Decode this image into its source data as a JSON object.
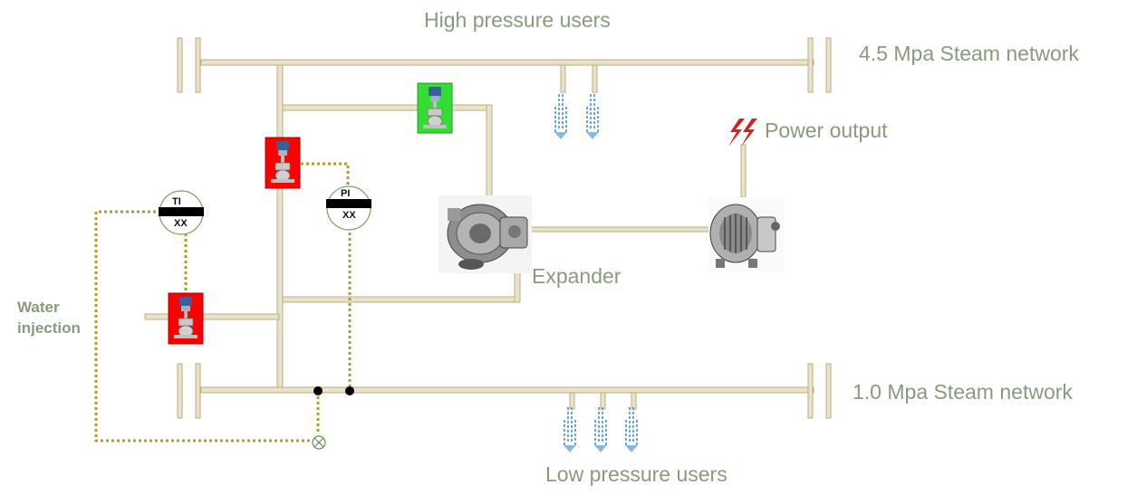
{
  "labels": {
    "high_pressure_users": "High pressure users",
    "hp_network": "4.5 Mpa Steam network",
    "power_output": "Power output",
    "expander": "Expander",
    "water_injection": "Water\ninjection",
    "lp_network": "1.0 Mpa Steam network",
    "low_pressure_users": "Low pressure users"
  },
  "instruments": {
    "temperature": {
      "tag": "TI",
      "value": "XX"
    },
    "pressure": {
      "tag": "PI",
      "value": "XX"
    }
  },
  "colors": {
    "pipe": "#eae3c7",
    "pipe_outline": "#b9ae88",
    "signal": "#b89a2c",
    "valve_red": "#ff0000",
    "valve_green": "#33dd33",
    "steam": "#6aa8da",
    "label": "#8a9a7b",
    "power_icon": "#d42020"
  },
  "icons": [
    "control-valve-icon",
    "power-icon",
    "expander-icon",
    "generator-icon",
    "mixer-icon"
  ]
}
